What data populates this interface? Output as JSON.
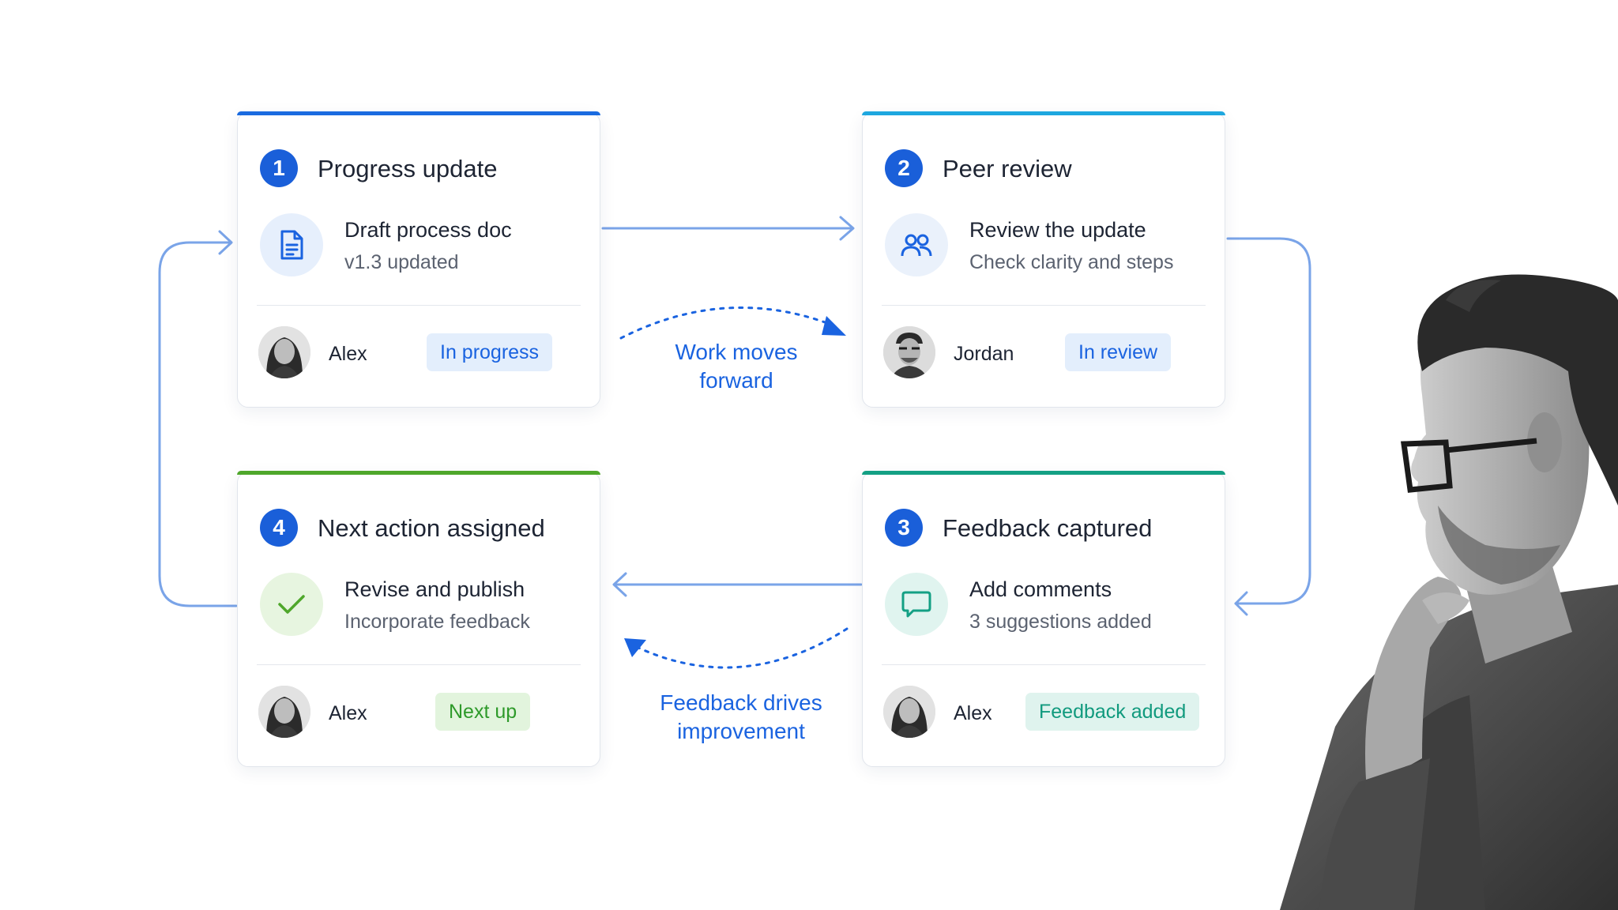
{
  "colors": {
    "primary": "#1a5fd9",
    "connector": "#7aa4e8",
    "label_blue": "#1a63e0"
  },
  "cards": [
    {
      "step": "1",
      "title": "Progress update",
      "accent": "#1a6be0",
      "icon": "document-icon",
      "task_title": "Draft process doc",
      "task_subtitle": "v1.3 updated",
      "owner": "Alex",
      "status": "In progress",
      "status_bg": "#e3eefc",
      "status_color": "#1a63e0"
    },
    {
      "step": "2",
      "title": "Peer review",
      "accent": "#1ea7df",
      "icon": "people-icon",
      "task_title": "Review the update",
      "task_subtitle": "Check clarity and steps",
      "owner": "Jordan",
      "status": "In review",
      "status_bg": "#e3eefc",
      "status_color": "#1a63e0"
    },
    {
      "step": "3",
      "title": "Feedback captured",
      "accent": "#14a084",
      "icon": "comment-icon",
      "task_title": "Add comments",
      "task_subtitle": "3 suggestions added",
      "owner": "Alex",
      "status": "Feedback added",
      "status_bg": "#dff3ee",
      "status_color": "#119a7e"
    },
    {
      "step": "4",
      "title": "Next action assigned",
      "accent": "#4fa72b",
      "icon": "checkmark-icon",
      "task_title": "Revise and publish",
      "task_subtitle": "Incorporate feedback",
      "owner": "Alex",
      "status": "Next up",
      "status_bg": "#e2f4dd",
      "status_color": "#2e9a2a"
    }
  ],
  "flow_labels": {
    "forward": "Work moves forward",
    "feedback": "Feedback drives improvement"
  }
}
